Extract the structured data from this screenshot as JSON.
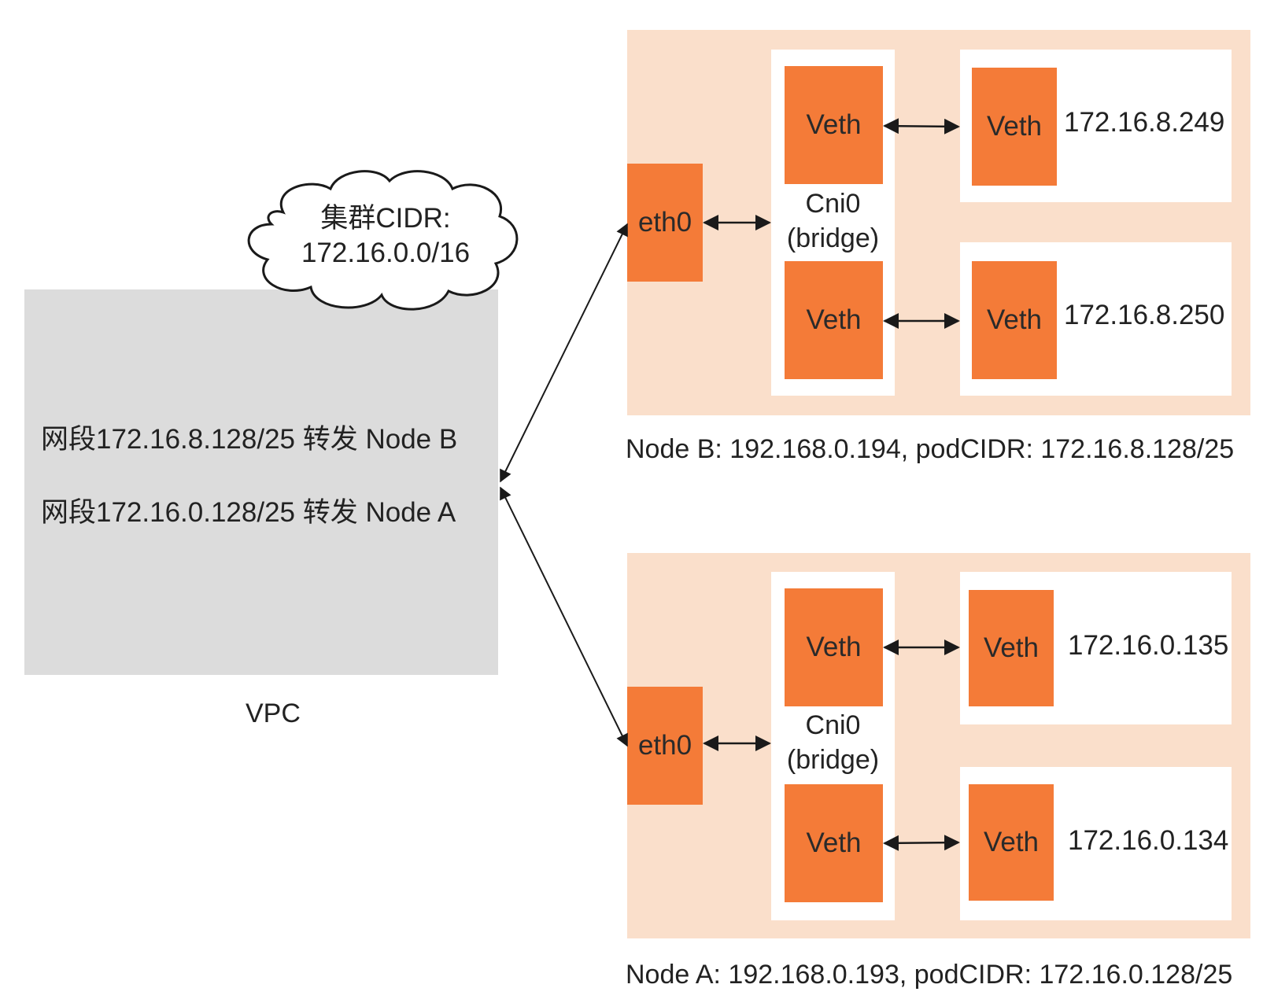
{
  "cluster_cidr": {
    "line1": "集群CIDR:",
    "line2": "172.16.0.0/16"
  },
  "vpc": {
    "label": "VPC",
    "routes": [
      "网段172.16.8.128/25 转发 Node B",
      "网段172.16.0.128/25 转发 Node A"
    ]
  },
  "nodes": {
    "node_b": {
      "caption": "Node B: 192.168.0.194, podCIDR: 172.16.8.128/25",
      "eth": "eth0",
      "bridge_line1": "Cni0",
      "bridge_line2": "(bridge)",
      "bridge_veths": [
        "Veth",
        "Veth"
      ],
      "pods": [
        {
          "veth": "Veth",
          "ip": "172.16.8.249"
        },
        {
          "veth": "Veth",
          "ip": "172.16.8.250"
        }
      ]
    },
    "node_a": {
      "caption": "Node A: 192.168.0.193, podCIDR: 172.16.0.128/25",
      "eth": "eth0",
      "bridge_line1": "Cni0",
      "bridge_line2": "(bridge)",
      "bridge_veths": [
        "Veth",
        "Veth"
      ],
      "pods": [
        {
          "veth": "Veth",
          "ip": "172.16.0.135"
        },
        {
          "veth": "Veth",
          "ip": "172.16.0.134"
        }
      ]
    }
  },
  "colors": {
    "node_bg": "#fadfcb",
    "interface_orange": "#f47b38",
    "vpc_gray": "#dcdcdc",
    "arrow": "#1a1a1a"
  }
}
